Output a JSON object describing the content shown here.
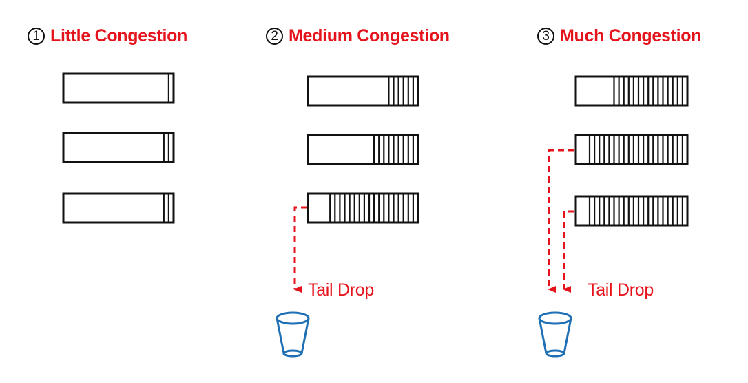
{
  "scenarios": [
    {
      "number": "1",
      "title": "Little Congestion",
      "queues": [
        {
          "filled_slots": 1
        },
        {
          "filled_slots": 2
        },
        {
          "filled_slots": 2
        }
      ]
    },
    {
      "number": "2",
      "title": "Medium Congestion",
      "queues": [
        {
          "filled_slots": 6
        },
        {
          "filled_slots": 9
        },
        {
          "filled_slots": 18
        }
      ],
      "drop_label": "Tail Drop"
    },
    {
      "number": "3",
      "title": "Much Congestion",
      "queues": [
        {
          "filled_slots": 15
        },
        {
          "filled_slots": 20
        },
        {
          "filled_slots": 20
        }
      ],
      "drop_label": "Tail Drop"
    }
  ],
  "colors": {
    "title": "#e5141c",
    "arrow": "#e5141c",
    "bucket": "#1f6fb5",
    "queue": "#111111"
  },
  "icons": [
    "bucket-icon"
  ]
}
